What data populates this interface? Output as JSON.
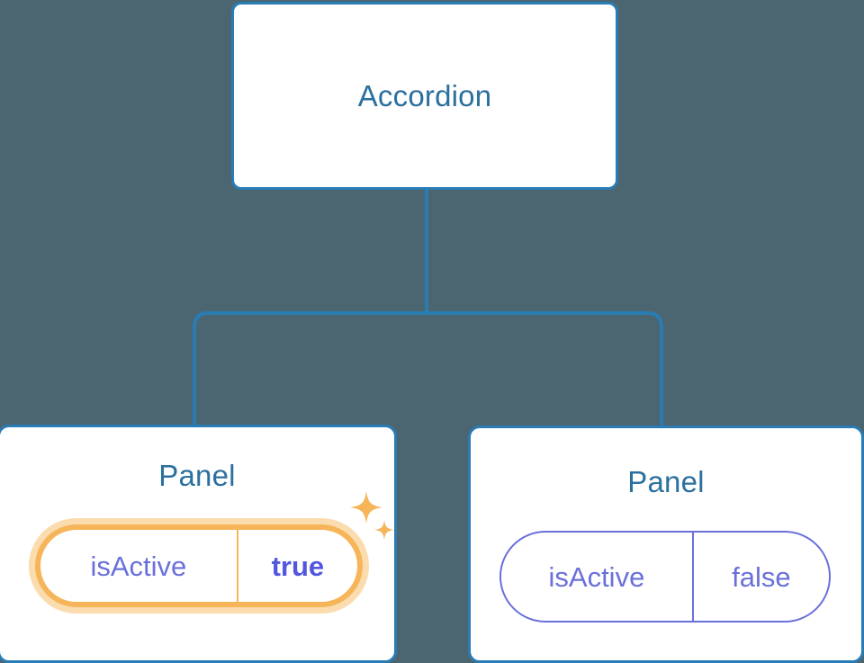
{
  "diagram": {
    "type": "component-tree",
    "background_color": "#4b6571",
    "node_border_color": "#2a7cb4",
    "node_title_color": "#2b709e",
    "connector_color": "#2a7cb4",
    "highlight_color": "#f6b559",
    "highlight_glow_color": "#fadcae",
    "prop_color": "#6a70da",
    "prop_value_active_color": "#5257dd"
  },
  "root": {
    "title": "Accordion"
  },
  "children": [
    {
      "title": "Panel",
      "prop": {
        "key": "isActive",
        "value": "true"
      },
      "highlighted": true,
      "sparkle_icon": "sparkles-icon"
    },
    {
      "title": "Panel",
      "prop": {
        "key": "isActive",
        "value": "false"
      },
      "highlighted": false
    }
  ]
}
